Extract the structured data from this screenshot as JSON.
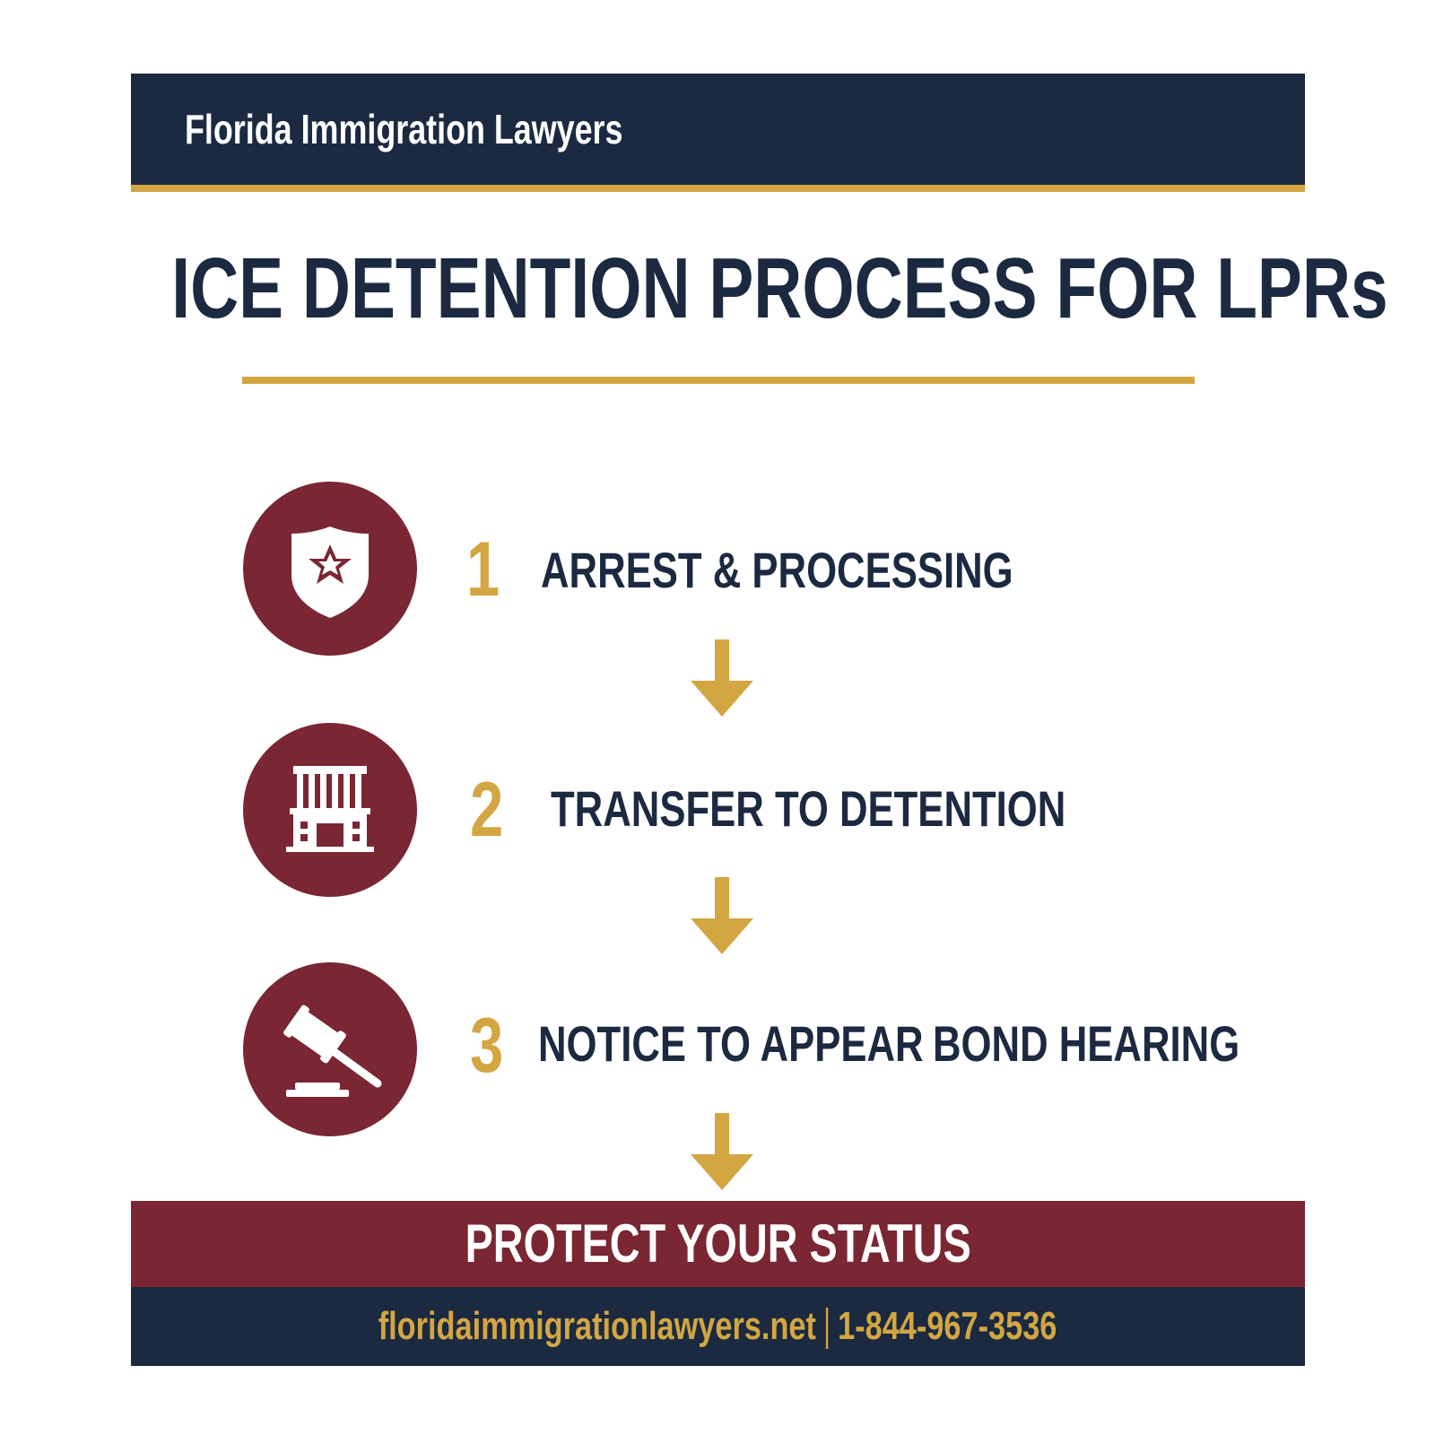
{
  "header": {
    "brand": "Florida Immigration Lawyers"
  },
  "title": "ICE DETENTION PROCESS FOR LPRs",
  "steps": [
    {
      "number": "1",
      "label": "ARREST & PROCESSING",
      "icon": "police-badge-icon"
    },
    {
      "number": "2",
      "label": "TRANSFER TO DETENTION",
      "icon": "detention-building-icon"
    },
    {
      "number": "3",
      "label": "NOTICE TO APPEAR",
      "label_extra": "BOND HEARING",
      "icon": "gavel-icon"
    }
  ],
  "cta": "PROTECT YOUR STATUS",
  "footer": {
    "website": "floridaimmigrationlawyers.net",
    "phone": "1-844-967-3536"
  },
  "colors": {
    "navy": "#1b2a40",
    "gold": "#d3a642",
    "maroon": "#7a2633",
    "background": "#ffffff"
  }
}
